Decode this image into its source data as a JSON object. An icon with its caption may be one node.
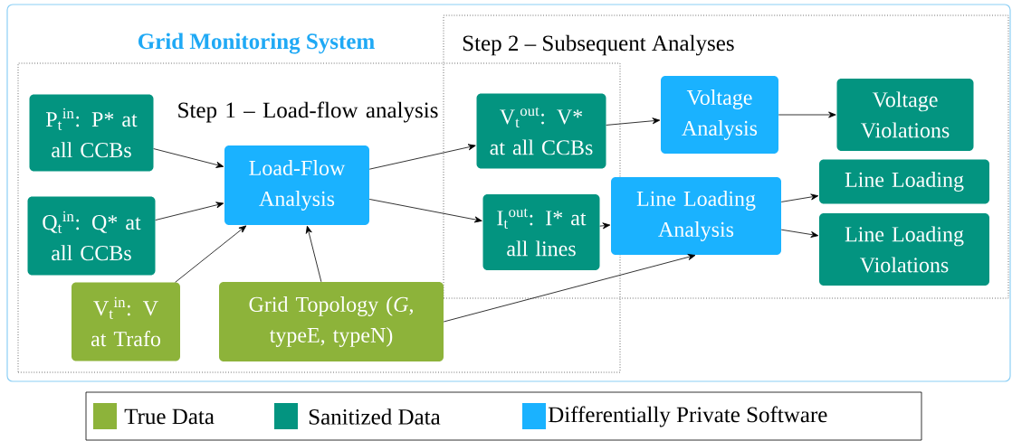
{
  "diagram": {
    "nodes": [
      {
        "text": [
          "Grid Monitoring System"
        ]
      },
      {
        "text": [
          "Step 1 – Load-flow analysis"
        ],
        "in": 0
      },
      {
        "text": [
          "Step 2 – Subsequent Analyses"
        ],
        "in": 0
      },
      {
        "text": [
          "P$_{t}$$^{in}$: P* at all CCBs"
        ],
        "in": 1
      },
      {
        "text": [
          "Q$_{t}$$^{in}$: Q* at all CCBs"
        ],
        "in": 1
      },
      {
        "text": [
          "V$_{t}$$^{in}$: V at Trafo"
        ],
        "in": 1
      },
      {
        "text": [
          "Load-Flow Analysis"
        ],
        "in": 1
      },
      {
        "text": [
          "Grid Topology (*G*, typeE, typeN)"
        ],
        "in": 1
      },
      {
        "text": [
          "V$_{t}$$^{out}$: V* at all CCBs"
        ]
      },
      {
        "text": [
          "I$_{t}$$^{out}$: I* at all lines"
        ]
      },
      {
        "text": [
          "Voltage Analysis"
        ],
        "in": 2
      },
      {
        "text": [
          "Voltage Violations"
        ],
        "in": 2
      },
      {
        "text": [
          "Line Loading Analysis"
        ],
        "in": 2
      },
      {
        "text": [
          "Line Loading"
        ],
        "in": 2
      },
      {
        "text": [
          "Line Loading Violations"
        ],
        "in": 2
      }
    ],
    "edges": [
      {
        "from": 3,
        "to": 6,
        "arrow": "to"
      },
      {
        "from": 4,
        "to": 6,
        "arrow": "to"
      },
      {
        "from": 5,
        "to": 6,
        "arrow": "to"
      },
      {
        "from": 7,
        "to": 6,
        "arrow": "to"
      },
      {
        "from": 6,
        "to": 8,
        "arrow": "to"
      },
      {
        "from": 6,
        "to": 9,
        "arrow": "to"
      },
      {
        "from": 8,
        "to": 10,
        "arrow": "to"
      },
      {
        "from": 10,
        "to": 11,
        "arrow": "to"
      },
      {
        "from": 9,
        "to": 12,
        "arrow": "to"
      },
      {
        "from": 12,
        "to": 13,
        "arrow": "to"
      },
      {
        "from": 12,
        "to": 14,
        "arrow": "to"
      },
      {
        "from": 7,
        "to": 12,
        "arrow": "to"
      }
    ],
    "legend": [
      {
        "text": "True Data",
        "color": "#8db33a"
      },
      {
        "text": "Sanitized Data",
        "color": "#039480"
      },
      {
        "text": "Differentially Private Software",
        "color": "#1ab2ff"
      }
    ]
  }
}
